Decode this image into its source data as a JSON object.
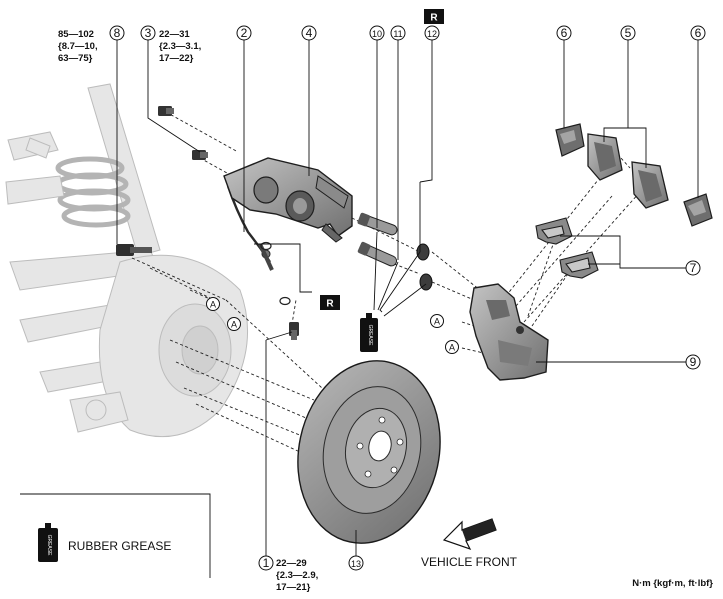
{
  "callouts": [
    {
      "id": "1",
      "label": "1"
    },
    {
      "id": "2",
      "label": "2"
    },
    {
      "id": "3",
      "label": "3"
    },
    {
      "id": "4",
      "label": "4"
    },
    {
      "id": "5",
      "label": "5"
    },
    {
      "id": "6a",
      "label": "6"
    },
    {
      "id": "6b",
      "label": "6"
    },
    {
      "id": "7",
      "label": "7"
    },
    {
      "id": "8",
      "label": "8"
    },
    {
      "id": "9",
      "label": "9"
    },
    {
      "id": "10",
      "label": "10"
    },
    {
      "id": "11",
      "label": "11"
    },
    {
      "id": "12",
      "label": "12"
    },
    {
      "id": "13",
      "label": "13"
    }
  ],
  "torques": {
    "part8": {
      "line1": "85—102",
      "line2": "{8.7—10,",
      "line3": "63—75}"
    },
    "part3": {
      "line1": "22—31",
      "line2": "{2.3—3.1,",
      "line3": "17—22}"
    },
    "part1": {
      "line1": "22—29",
      "line2": "{2.3—2.9,",
      "line3": "17—21}"
    }
  },
  "markers": {
    "replace": "R",
    "a": "A"
  },
  "legend": {
    "grease_label": "RUBBER GREASE",
    "grease_can_text": "GREASE"
  },
  "vehicle_front_label": "VEHICLE FRONT",
  "units_label": "N·m {kgf·m, ft·lbf}",
  "colors": {
    "part_fill": "#9c9c9c",
    "part_dark": "#3a3a3a",
    "background_parts": "#e4e4e4",
    "line": "#111111"
  }
}
